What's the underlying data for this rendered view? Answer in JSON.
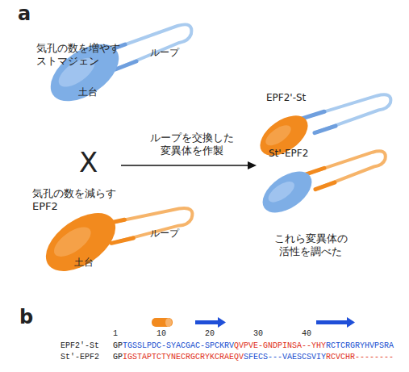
{
  "diagram": {
    "nodes": [
      {
        "text": [
          "気孔の数を増やす ストマジェン",
          "ループ",
          "土台"
        ]
      },
      {
        "text": [
          "気孔の数を減らす EPF2",
          "ループ",
          "土台"
        ]
      },
      {
        "text": [
          "EPF2'-St"
        ]
      },
      {
        "text": [
          "St'-EPF2"
        ]
      }
    ],
    "labels": [
      "a",
      "X",
      "ループを交換した 変異体を作製",
      "これら変異体の 活性を調べた",
      "b",
      "1",
      "10",
      "20",
      "30",
      "40",
      "EPF2'-St",
      "GP",
      "TGSSLPDC-SYACGAC-SPCKRV",
      "QVPVE-GNDPINSA--YHY",
      "RCTCRGRYHVPSRA",
      "St'-EPF2",
      "GP",
      "IGSTAPTCTYNECRGCRYKCRAEQV",
      "SFECS---VAESCSVIY",
      "RCVCHR--------"
    ]
  }
}
